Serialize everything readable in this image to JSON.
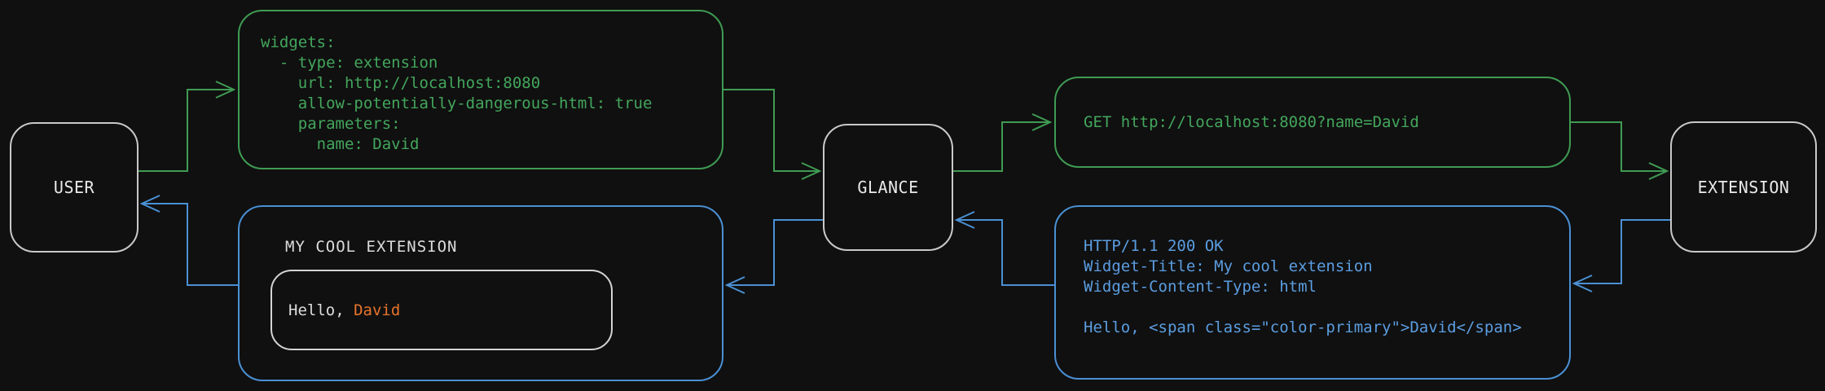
{
  "diagram": {
    "colors": {
      "background": "#101010",
      "green": "#3f9b53",
      "green_text": "#43a65c",
      "blue": "#4a90d4",
      "blue_text": "#5b9de0",
      "node_border": "#c9c9c9",
      "node_text": "#e9e9e9",
      "inner_border": "#d4d4d4",
      "light_text": "#dcdcdc",
      "orange": "#e8742c"
    },
    "nodes": {
      "user": {
        "label": "USER"
      },
      "glance": {
        "label": "GLANCE"
      },
      "extension": {
        "label": "EXTENSION"
      }
    },
    "config_box": {
      "code": [
        "widgets:",
        "  - type: extension",
        "    url: http://localhost:8080",
        "    allow-potentially-dangerous-html: true",
        "    parameters:",
        "      name: David"
      ]
    },
    "request_box": {
      "code": "GET http://localhost:8080?name=David"
    },
    "response_box": {
      "code": [
        "HTTP/1.1 200 OK",
        "Widget-Title: My cool extension",
        "Widget-Content-Type: html",
        "",
        "Hello, <span class=\"color-primary\">David</span>"
      ]
    },
    "widget_preview": {
      "title": "MY COOL EXTENSION",
      "greeting_prefix": "Hello, ",
      "greeting_name": "David"
    }
  }
}
